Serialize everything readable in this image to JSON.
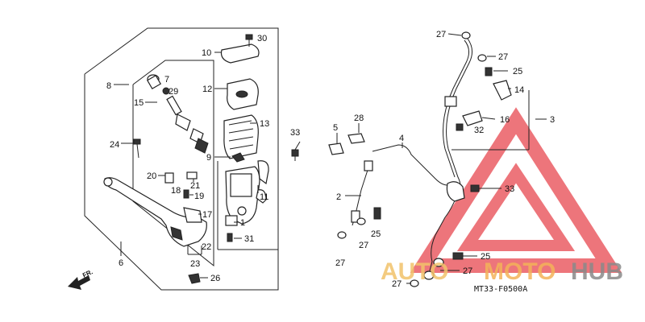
{
  "labels": {
    "p2": "2",
    "p3": "3",
    "p4": "4",
    "p5": "5",
    "p6": "6",
    "p7": "7",
    "p8": "8",
    "p9": "9",
    "p10": "10",
    "p11": "11",
    "p12": "12",
    "p13": "13",
    "p14": "14",
    "p15": "15",
    "p16": "16",
    "p17": "17",
    "p18": "18",
    "p19": "19",
    "p20": "20",
    "p21": "21",
    "p22": "22",
    "p23": "23",
    "p24": "24",
    "p25a": "25",
    "p25b": "25",
    "p25c": "25",
    "p26": "26",
    "p27a": "27",
    "p27b": "27",
    "p27c": "27",
    "p27d": "27",
    "p27e": "27",
    "p27f": "27",
    "p28": "28",
    "p29": "29",
    "p30": "30",
    "p31": "31",
    "p32": "32",
    "p33a": "33",
    "p33b": "33",
    "p1": "1"
  },
  "direction_mark": "FR.",
  "diagram_code": "MT33-F0500A",
  "watermark": {
    "part1": "AUTO",
    "part2": "MOTO",
    "part3": "HUB",
    "color_triangle": "#e8484f",
    "color_auto": "#f2c36b",
    "color_moto": "#f4b35a",
    "color_hub": "#8a8a8a"
  }
}
